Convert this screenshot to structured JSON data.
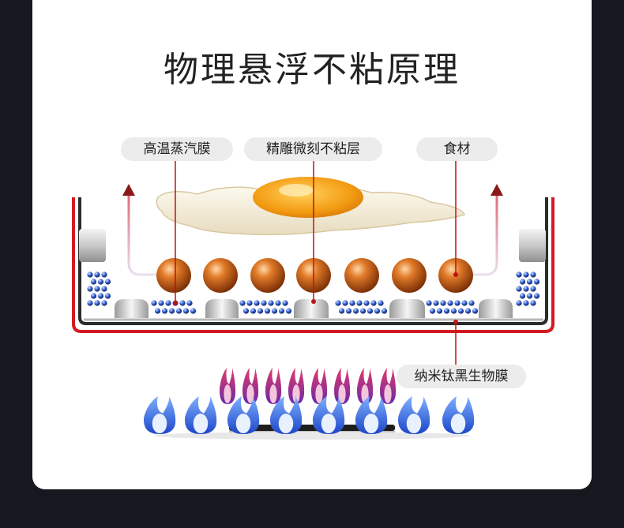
{
  "title": "物理悬浮不粘原理",
  "labels": {
    "steam_film": "高温蒸汽膜",
    "coating": "精雕微刻不粘层",
    "food": "食材",
    "bio_film": "纳米钛黑生物膜"
  },
  "colors": {
    "arrow": "#8a1a1a",
    "pan_red": "#d31a22",
    "pan_dark": "#2b2b2b",
    "bead": "#d86a1c",
    "flame_blue": "#2a5fe0",
    "flame_pink": "#b81e62",
    "pointer": "#c11212"
  }
}
